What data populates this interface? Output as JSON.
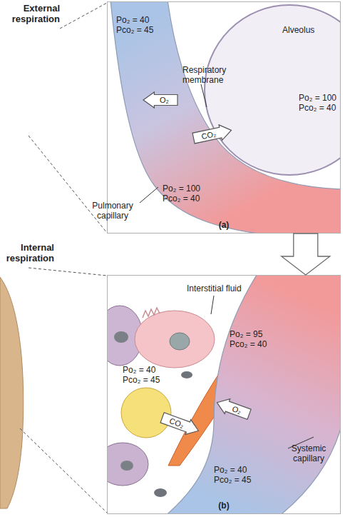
{
  "diagram": {
    "nodes": [
      {
        "text": [
          "(a)"
        ]
      },
      {
        "text": [
          "Alveolus",
          "Po₂ = 100 Pco₂ = 40"
        ],
        "in": 0
      },
      {
        "text": [
          "O₂"
        ],
        "in": 0
      },
      {
        "text": [
          "CO₂"
        ],
        "in": 0
      },
      {
        "text": [
          "(b)"
        ]
      },
      {
        "text": [
          "O₂"
        ],
        "in": 4
      },
      {
        "text": [
          "CO₂"
        ],
        "in": 4
      }
    ],
    "edges": [
      {
        "from": 0,
        "to": 4,
        "arrow": "to"
      }
    ],
    "labels": [
      "External respiration",
      "Po₂ = 40 Pco₂ = 45",
      "Respiratory membrane",
      "Po₂ = 100 Pco₂ = 40",
      "Pulmonary capillary",
      "Internal respiration",
      "Interstitial fluid",
      "Po₂ = 95 Pco₂ = 40",
      "Po₂ = 40 Pco₂ = 45",
      "Po₂ = 40 Pco₂ = 45",
      "Systemic capillary"
    ]
  }
}
